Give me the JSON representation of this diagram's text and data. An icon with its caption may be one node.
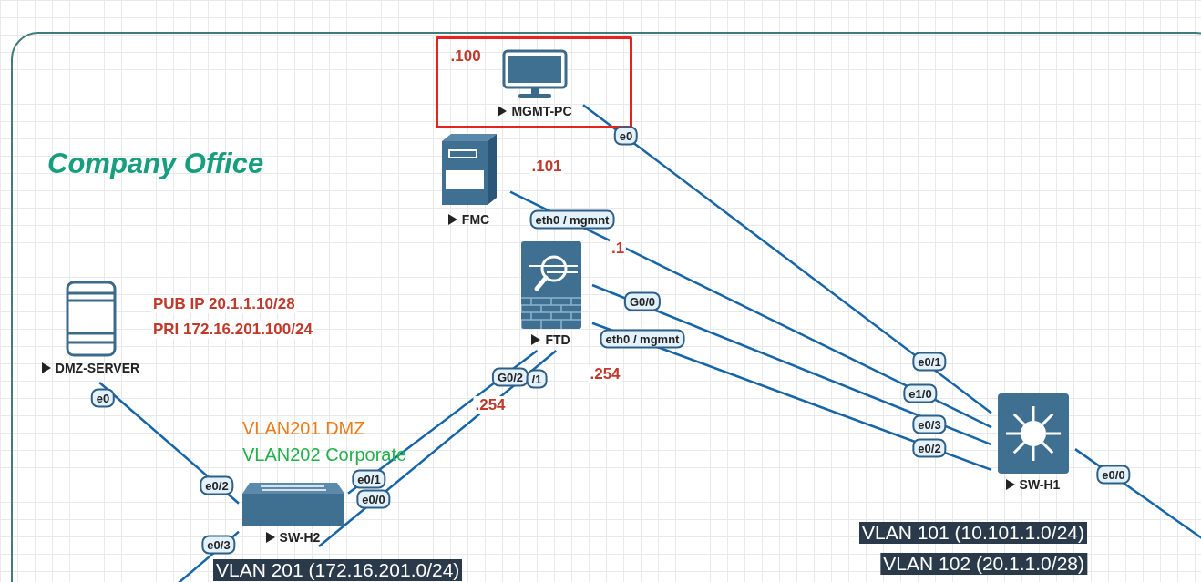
{
  "diagram": {
    "nodes": [
      {
        "text": [
          "Company Office"
        ]
      },
      {
        "text": [
          ".100"
        ],
        "in": 0
      },
      {
        "text": [
          "MGMT-PC"
        ],
        "in": 1
      },
      {
        "text": [
          "FMC"
        ],
        "in": 0
      },
      {
        "text": [
          "FTD"
        ],
        "in": 0
      },
      {
        "text": [
          "DMZ-SERVER"
        ],
        "in": 0
      },
      {
        "text": [
          "SW-H2"
        ],
        "in": 0
      },
      {
        "text": [
          "SW-H1"
        ],
        "in": 0
      }
    ],
    "edges": [
      {
        "from": 2,
        "to": 7,
        "arrow": "none"
      },
      {
        "from": 3,
        "to": 7,
        "arrow": "none"
      },
      {
        "from": 4,
        "to": 7,
        "arrow": "none"
      },
      {
        "from": 4,
        "to": 7,
        "arrow": "none"
      },
      {
        "from": 5,
        "to": 6,
        "arrow": "none"
      },
      {
        "from": 6,
        "to": 4,
        "arrow": "none"
      },
      {
        "from": 6,
        "to": 4,
        "arrow": "none"
      },
      {
        "from": 6,
        "to": null,
        "arrow": "none"
      },
      {
        "from": 7,
        "to": null,
        "arrow": "none"
      }
    ],
    "labels": [
      "e0",
      ".101",
      "eth0 / mgmnt",
      ".1",
      "G0/0",
      "PUB IP 20.1.1.10/28",
      "PRI 172.16.201.100/24",
      "eth0 / mgmnt",
      "e0/1",
      "G0/2",
      "/1",
      ".254",
      "e1/0",
      "e0",
      ".254",
      "e0/3",
      "VLAN201 DMZ",
      "e0/2",
      "VLAN202 Corporate",
      "e0/1",
      "e0/0",
      "e0/2",
      "e0/0",
      "VLAN 101 (10.101.1.0/24)",
      "e0/3",
      "VLAN 102 (20.1.1.0/28)",
      "VLAN 201 (172.16.201.0/24)"
    ]
  }
}
